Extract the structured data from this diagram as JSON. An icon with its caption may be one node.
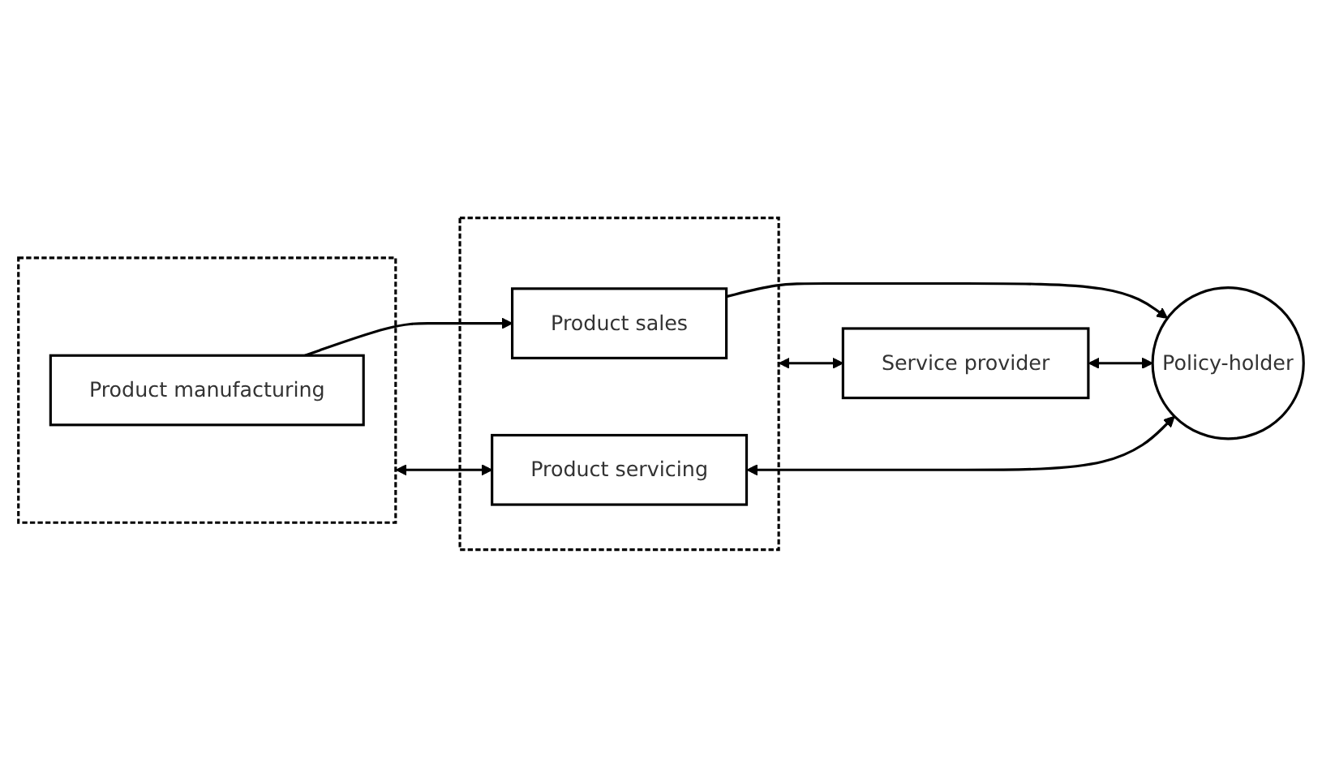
{
  "diagram": {
    "nodes": [
      {
        "text": [],
        "shape": "box"
      },
      {
        "text": [
          "Product manufacturing"
        ],
        "in": 0
      },
      {
        "text": [],
        "shape": "box"
      },
      {
        "text": [
          "Product sales"
        ],
        "in": 2
      },
      {
        "text": [
          "Product servicing"
        ],
        "in": 2
      },
      {
        "text": [
          "Policy-holder"
        ]
      },
      {
        "text": [
          "Service provider"
        ]
      }
    ],
    "edges": [
      {
        "from": 1,
        "to": 3,
        "arrow": "to"
      },
      {
        "from": 0,
        "to": 4,
        "arrow": "both"
      },
      {
        "from": 3,
        "to": 5,
        "arrow": "to"
      },
      {
        "from": 4,
        "to": 5,
        "arrow": "both"
      },
      {
        "from": 2,
        "to": 6,
        "arrow": "both"
      },
      {
        "from": 6,
        "to": 5,
        "arrow": "both"
      }
    ]
  }
}
